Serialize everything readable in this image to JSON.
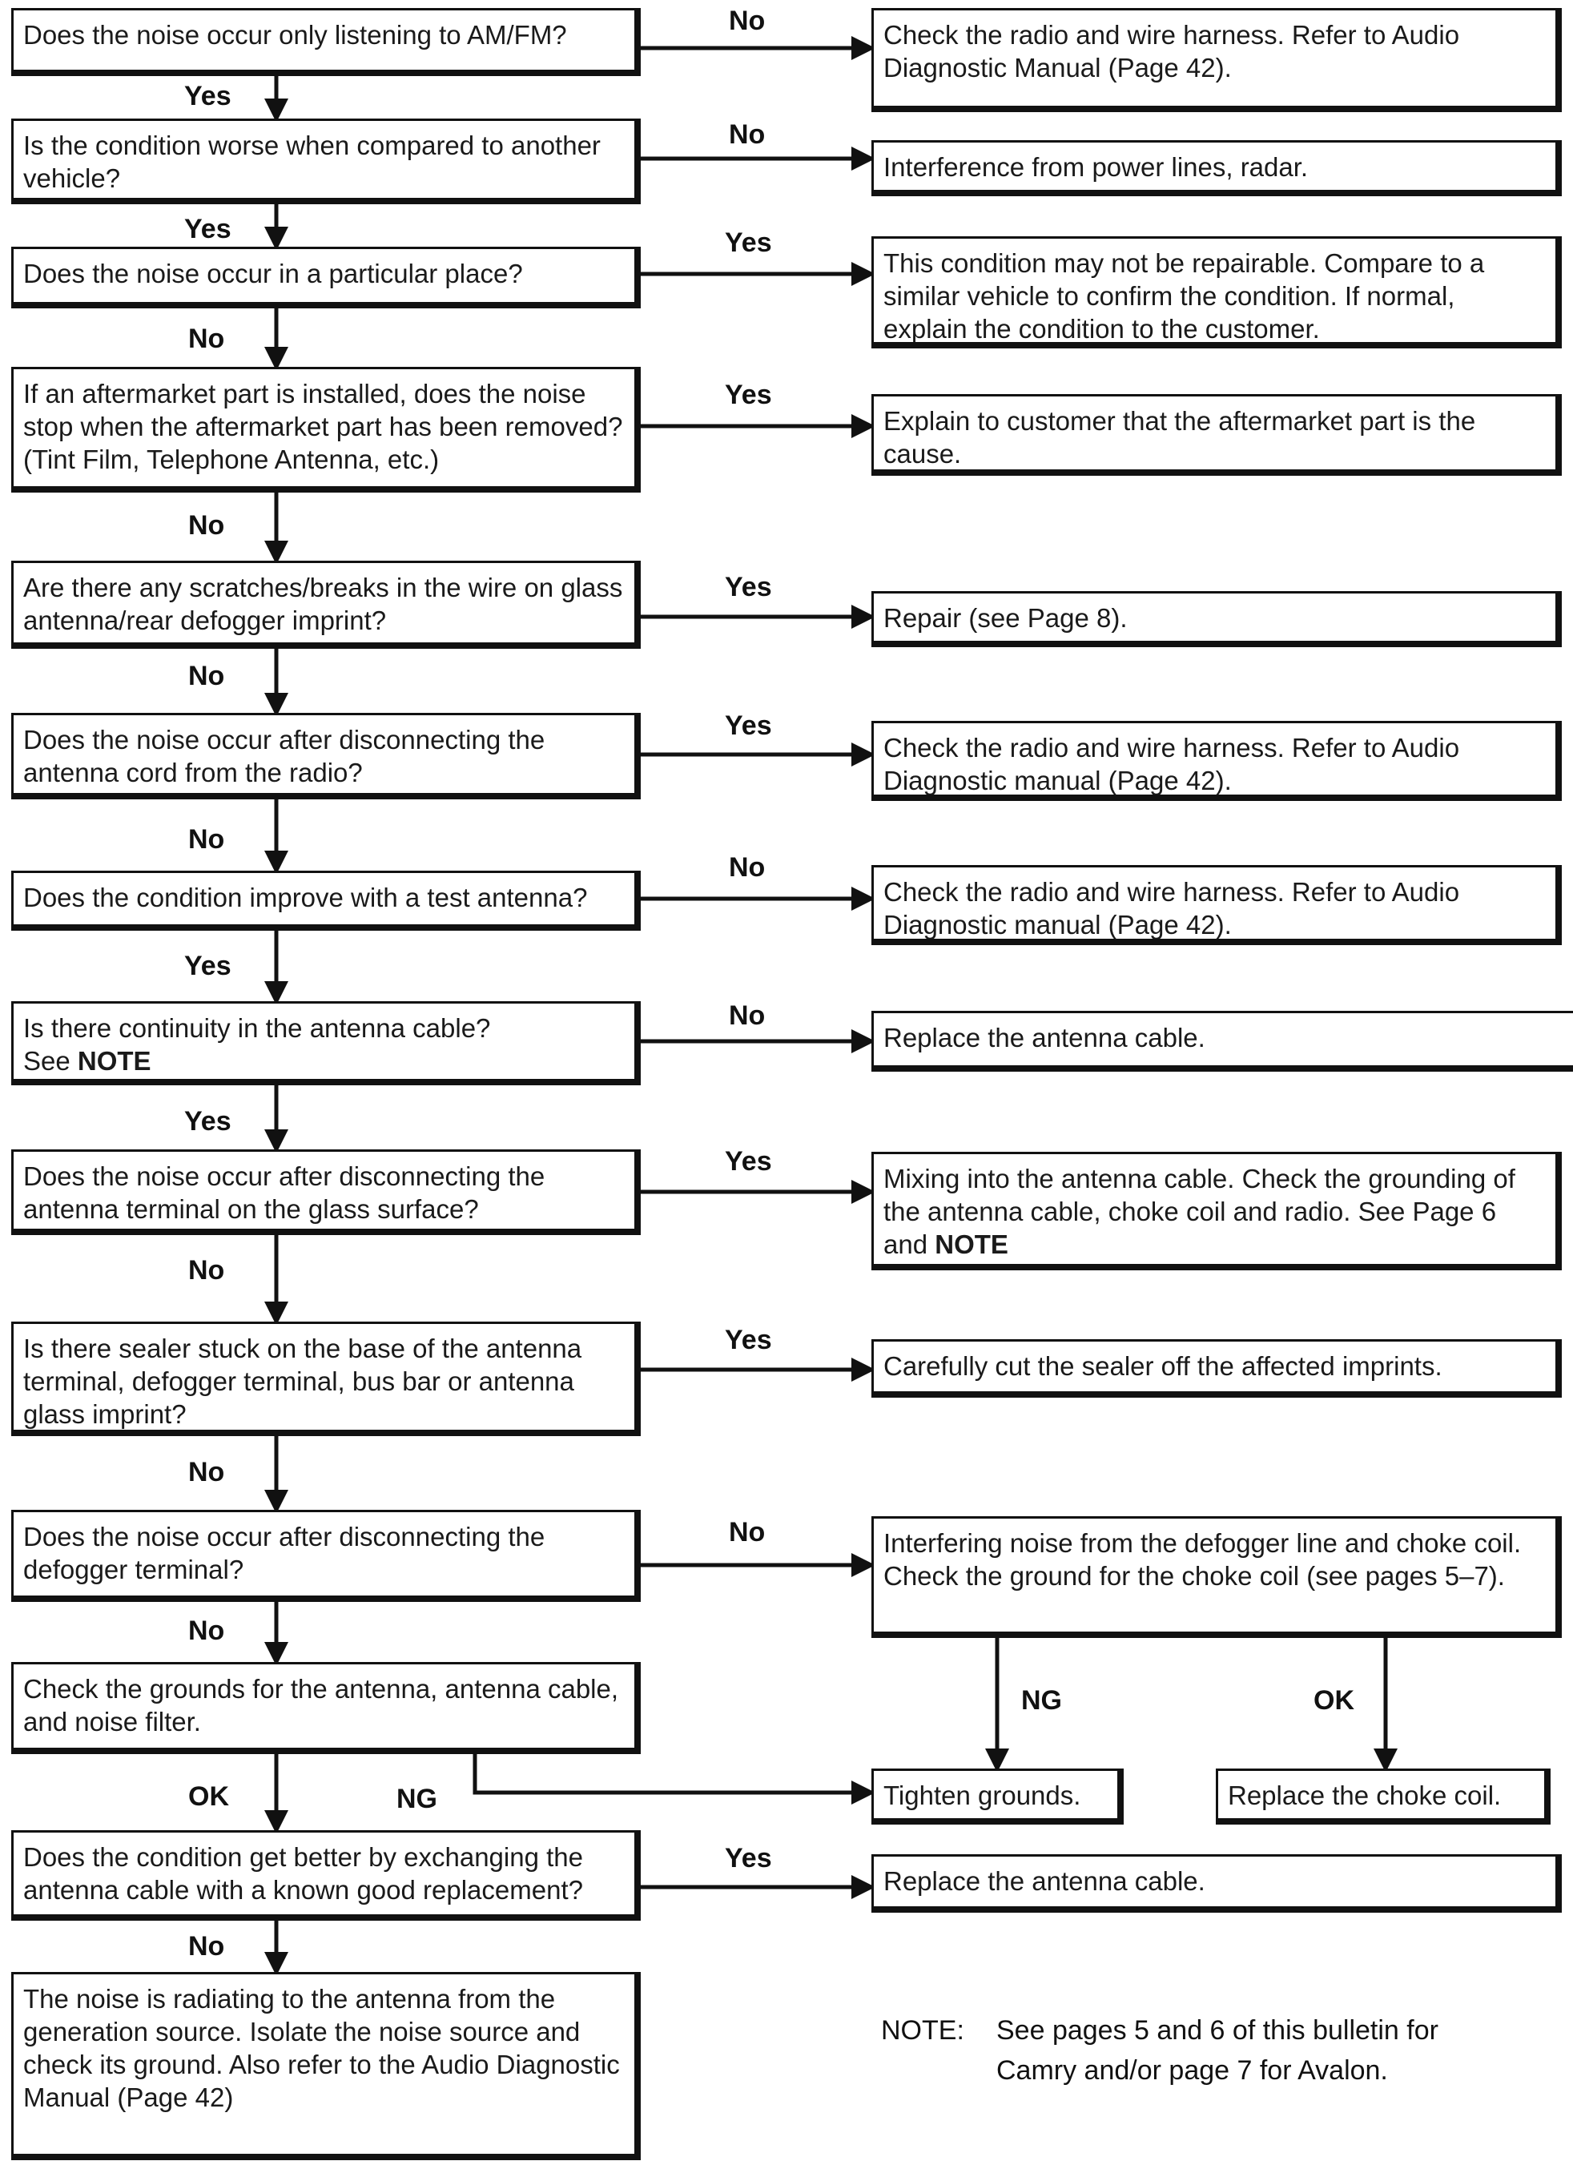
{
  "questions": {
    "q1": "Does the noise occur only listening to AM/FM?",
    "q2": "Is the condition worse when compared to another vehicle?",
    "q3": "Does the noise occur in a particular place?",
    "q4": "If an aftermarket part is installed, does the noise stop when the aftermarket part has been removed? (Tint Film, Telephone Antenna, etc.)",
    "q5": "Are there any scratches/breaks in the wire on glass antenna/rear defogger imprint?",
    "q6": "Does the noise occur after disconnecting the antenna cord from the radio?",
    "q7": "Does the condition improve with a test antenna?",
    "q8": {
      "text": "Is there continuity in the antenna cable?\nSee ",
      "note": "NOTE"
    },
    "q9": "Does the noise occur after disconnecting the antenna terminal on the glass surface?",
    "q10": "Is there sealer stuck on the base of the antenna terminal, defogger terminal, bus bar or antenna glass imprint?",
    "q11": "Does the noise occur after disconnecting the defogger terminal?",
    "q12": "Check the grounds for the antenna, antenna cable, and noise filter.",
    "q13": "Does the condition get better by exchanging the antenna cable with a known good replacement?",
    "q14": "The noise is radiating to the antenna from the generation source. Isolate the noise source and check its ground. Also refer to the Audio Diagnostic Manual (Page 42)"
  },
  "actions": {
    "a1": "Check the radio and wire harness. Refer to Audio Diagnostic Manual (Page 42).",
    "a2": "Interference from power lines, radar.",
    "a3": "This condition may not be repairable. Compare to a similar vehicle to confirm the condition. If normal, explain the condition to the customer.",
    "a4": "Explain to customer that the aftermarket part is the cause.",
    "a5": "Repair (see Page 8).",
    "a6": "Check the radio and wire harness. Refer to Audio Diagnostic manual (Page 42).",
    "a7": "Check the radio and wire harness. Refer to Audio Diagnostic manual (Page 42).",
    "a8": "Replace the antenna cable.",
    "a9": {
      "text": "Mixing into the antenna cable. Check the grounding of the antenna cable, choke coil and radio. See Page 6 and ",
      "note": "NOTE"
    },
    "a10": "Carefully cut the sealer off the affected imprints.",
    "a11": "Interfering noise from the defogger line and choke coil. Check the ground for the choke coil (see pages 5–7).",
    "a12": "Tighten grounds.",
    "a13": "Replace the choke coil.",
    "a14": "Replace the antenna cable."
  },
  "labels": {
    "l1_right": "No",
    "l1_down": "Yes",
    "l2_right": "No",
    "l2_down": "Yes",
    "l3_right": "Yes",
    "l3_down": "No",
    "l4_right": "Yes",
    "l4_down": "No",
    "l5_right": "Yes",
    "l5_down": "No",
    "l6_right": "Yes",
    "l6_down": "No",
    "l7_right": "No",
    "l7_down": "Yes",
    "l8_right": "No",
    "l8_down": "Yes",
    "l9_right": "Yes",
    "l9_down": "No",
    "l10_right": "Yes",
    "l10_down": "No",
    "l11_right": "No",
    "l11_down": "No",
    "l11_ng": "NG",
    "l11_ok": "OK",
    "l12_ok": "OK",
    "l12_ng": "NG",
    "l13_right": "Yes",
    "l13_down": "No"
  },
  "note": {
    "label": "NOTE:",
    "text": "See pages 5 and 6 of this bulletin for Camry and/or page 7 for Avalon."
  }
}
